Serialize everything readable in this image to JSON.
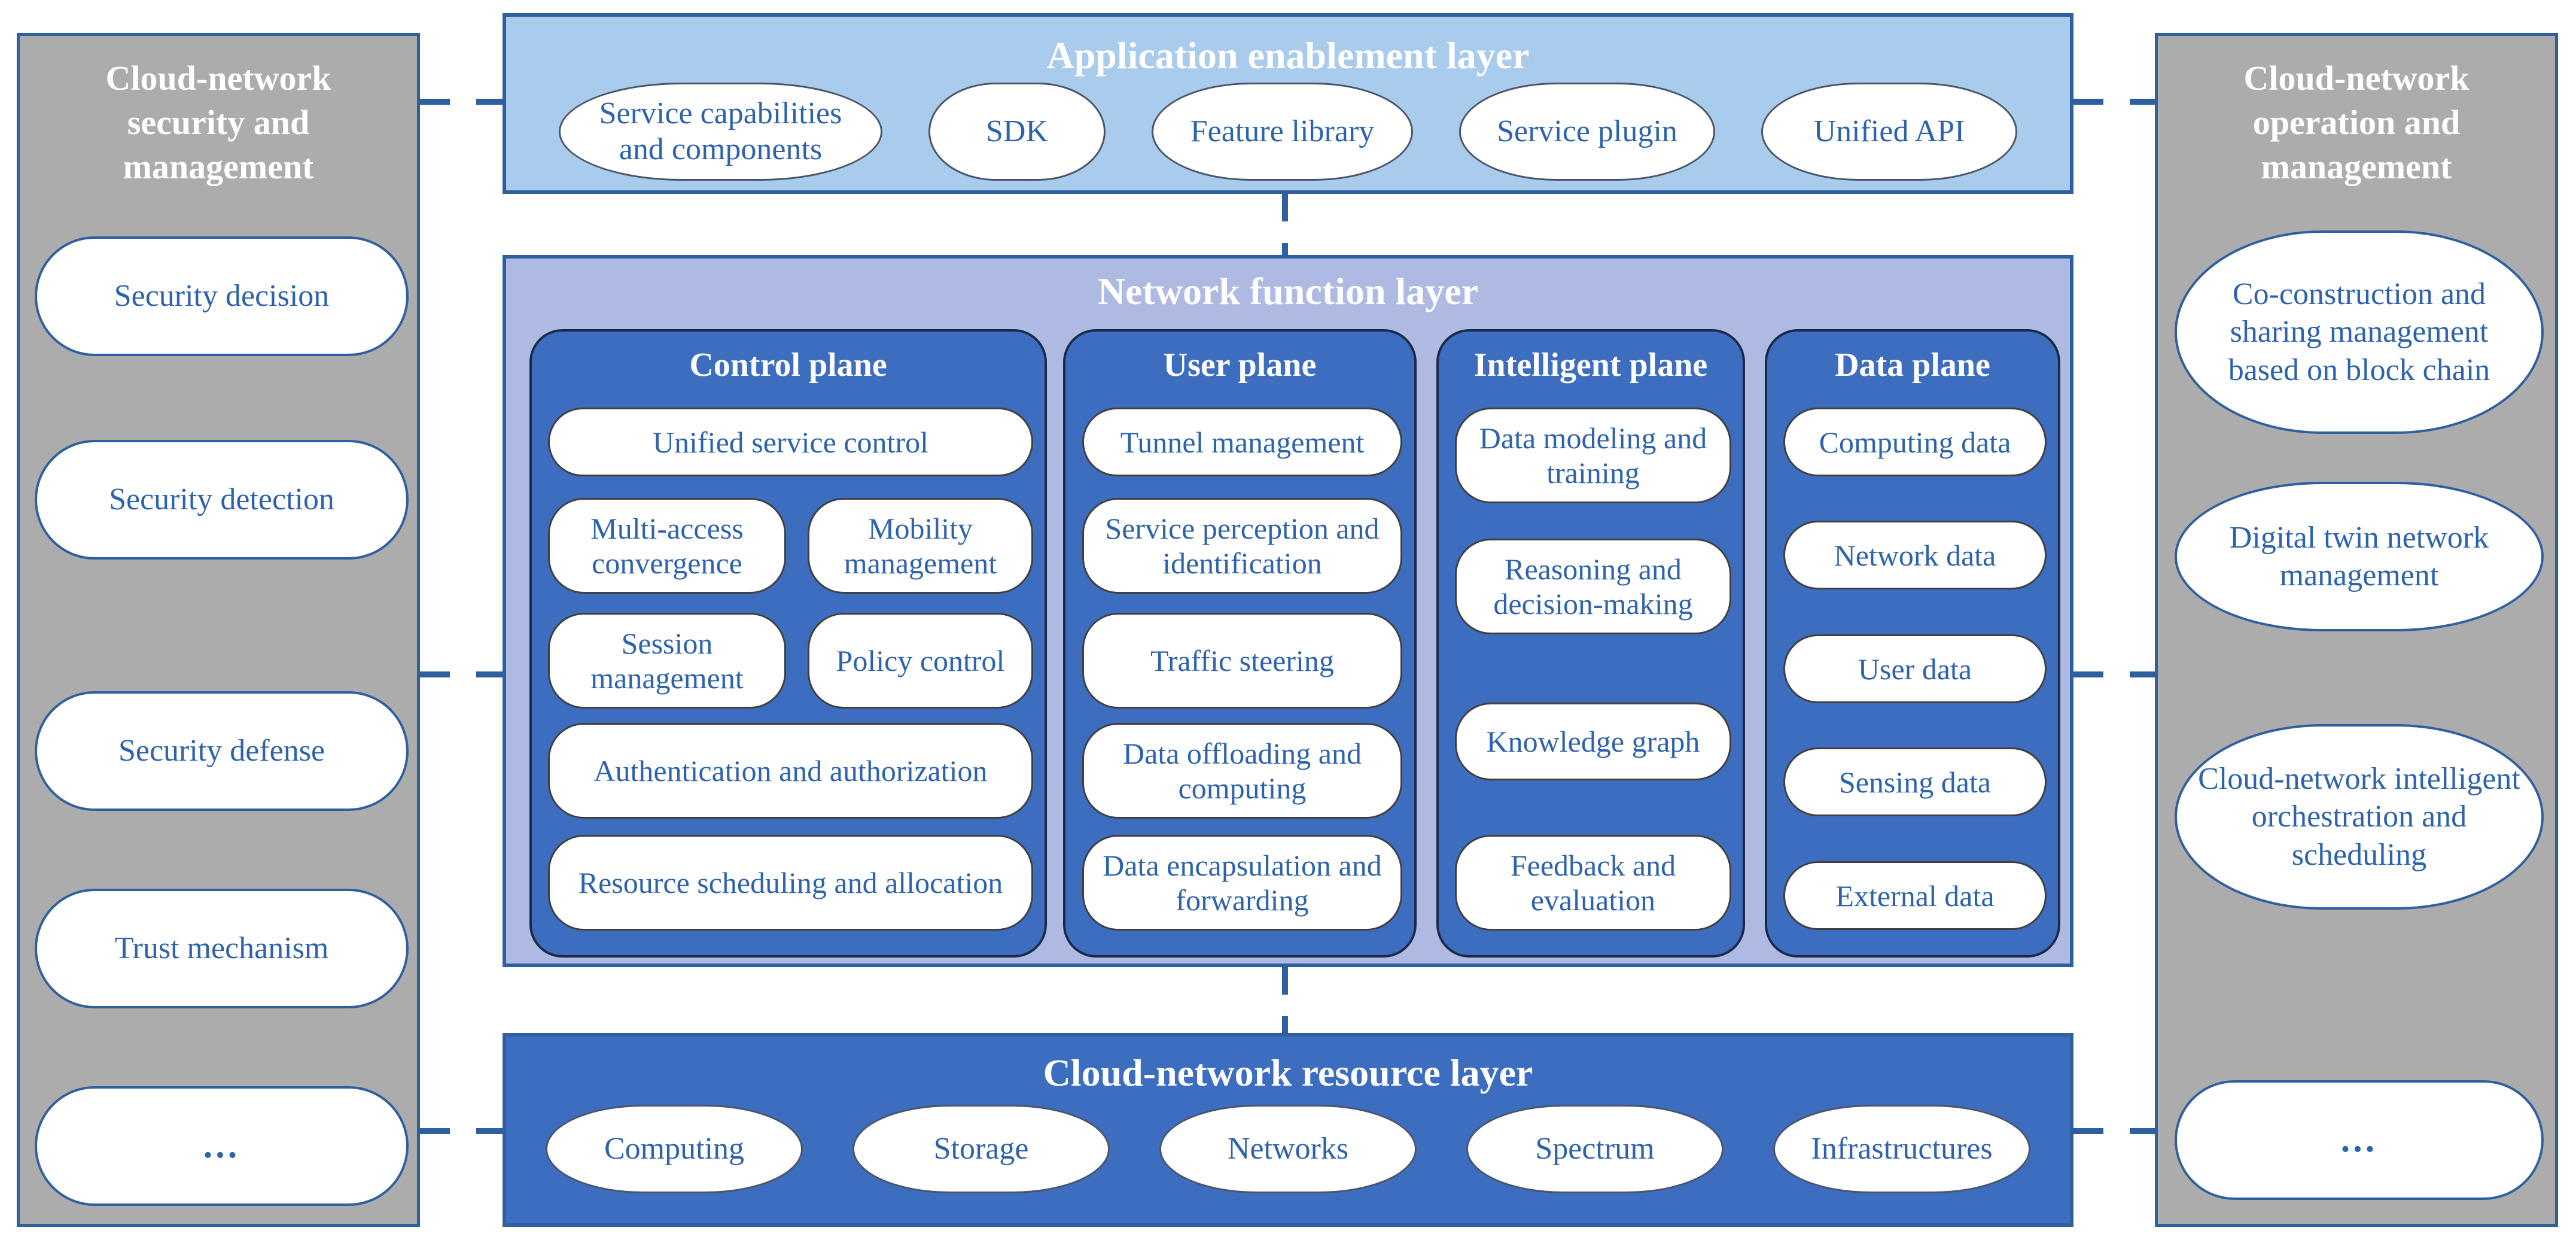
{
  "left_sidebar": {
    "title": "Cloud-network security and management",
    "items": [
      "Security decision",
      "Security detection",
      "Security defense",
      "Trust mechanism",
      "..."
    ]
  },
  "right_sidebar": {
    "title": "Cloud-network operation and management",
    "items": [
      "Co-construction and sharing management based on block chain",
      "Digital twin network management",
      "Cloud-network intelligent orchestration and scheduling",
      "..."
    ]
  },
  "app_layer": {
    "title": "Application enablement layer",
    "items": [
      "Service capabilities and components",
      "SDK",
      "Feature library",
      "Service plugin",
      "Unified API"
    ]
  },
  "network_layer": {
    "title": "Network function layer",
    "planes": [
      {
        "title": "Control plane",
        "items": [
          "Unified service control",
          "Multi-access convergence",
          "Mobility management",
          "Session management",
          "Policy control",
          "Authentication and authorization",
          "Resource scheduling and allocation"
        ]
      },
      {
        "title": "User plane",
        "items": [
          "Tunnel management",
          "Service perception and identification",
          "Traffic steering",
          "Data offloading and computing",
          "Data encapsulation and forwarding"
        ]
      },
      {
        "title": "Intelligent plane",
        "items": [
          "Data modeling and training",
          "Reasoning and decision-making",
          "Knowledge graph",
          "Feedback and evaluation"
        ]
      },
      {
        "title": "Data plane",
        "items": [
          "Computing data",
          "Network data",
          "User data",
          "Sensing data",
          "External data"
        ]
      }
    ]
  },
  "resource_layer": {
    "title": "Cloud-network resource layer",
    "items": [
      "Computing",
      "Storage",
      "Networks",
      "Spectrum",
      "Infrastructures"
    ]
  },
  "colors": {
    "app_layer_bg": "#A9CBEC",
    "network_layer_bg": "#AFBAE3",
    "plane_panel_bg": "#3C6DBF",
    "resource_layer_bg": "#3C6DBF",
    "sidebar_bg": "#ACACAC",
    "border_blue": "#2E5F9E",
    "panel_border": "#1B2A4A",
    "pill_text": "#2D62AC",
    "title_text": "#FFFFFF"
  }
}
